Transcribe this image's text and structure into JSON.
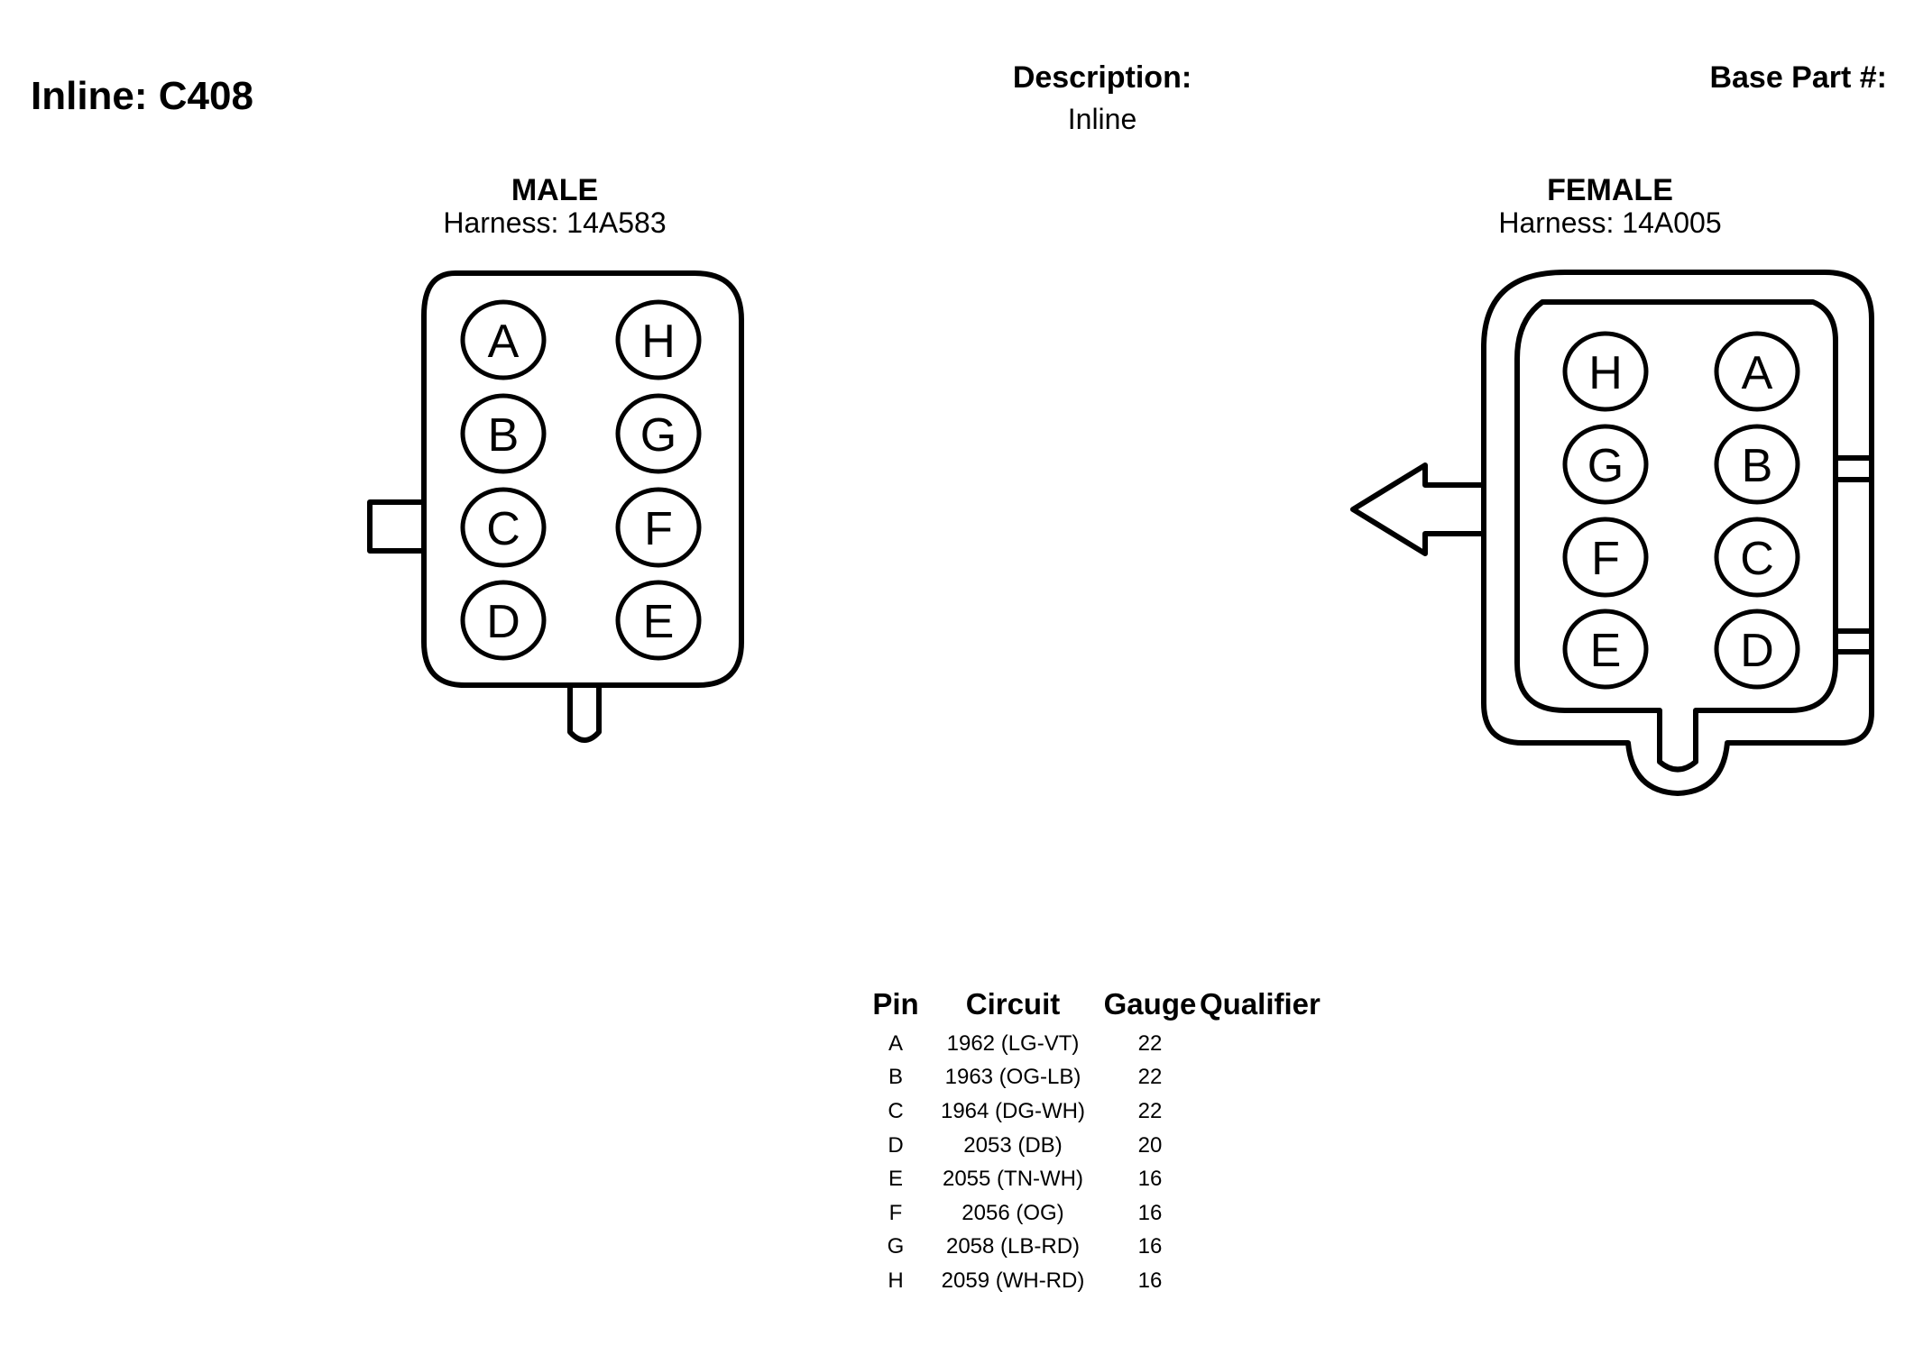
{
  "header": {
    "title": "Inline: C408",
    "description_label": "Description:",
    "description_value": "Inline",
    "base_part_label": "Base Part #:"
  },
  "male": {
    "title": "MALE",
    "harness": "Harness: 14A583",
    "pins": [
      "A",
      "H",
      "B",
      "G",
      "C",
      "F",
      "D",
      "E"
    ]
  },
  "female": {
    "title": "FEMALE",
    "harness": "Harness: 14A005",
    "pins": [
      "H",
      "A",
      "G",
      "B",
      "F",
      "C",
      "E",
      "D"
    ]
  },
  "table": {
    "headers": [
      "Pin",
      "Circuit",
      "Gauge",
      "Qualifier"
    ],
    "rows": [
      {
        "pin": "A",
        "circuit": "1962 (LG-VT)",
        "gauge": "22"
      },
      {
        "pin": "B",
        "circuit": "1963 (OG-LB)",
        "gauge": "22"
      },
      {
        "pin": "C",
        "circuit": "1964 (DG-WH)",
        "gauge": "22"
      },
      {
        "pin": "D",
        "circuit": "2053 (DB)",
        "gauge": "20"
      },
      {
        "pin": "E",
        "circuit": "2055 (TN-WH)",
        "gauge": "16"
      },
      {
        "pin": "F",
        "circuit": "2056 (OG)",
        "gauge": "16"
      },
      {
        "pin": "G",
        "circuit": "2058 (LB-RD)",
        "gauge": "16"
      },
      {
        "pin": "H",
        "circuit": "2059 (WH-RD)",
        "gauge": "16"
      }
    ]
  }
}
